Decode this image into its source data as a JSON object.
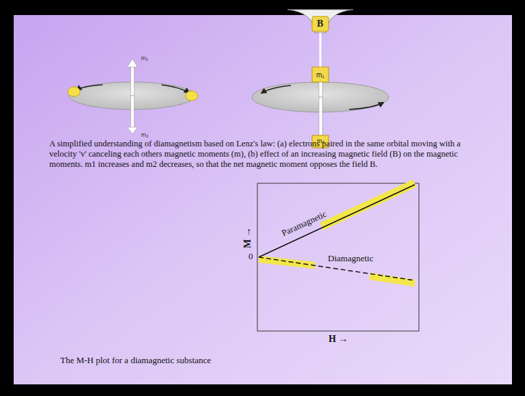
{
  "diagram": {
    "caption": "A simplified understanding of diamagnetism based on Lenz's law: (a) electrons paired in the same orbital moving with a velocity 'v' canceling each others magnetic moments (m), (b) effect of an increasing magnetic field (B) on the magnetic moments. m1 increases and m2 decreases, so that the net magnetic moment opposes the field B.",
    "labels": [
      "m₁",
      "m₂",
      "m₁",
      "m₂",
      "B",
      "M →",
      "0",
      "H →",
      "Paramagnetic",
      "Diamagnetic",
      "The M-H plot for a diamagnetic substance"
    ]
  }
}
